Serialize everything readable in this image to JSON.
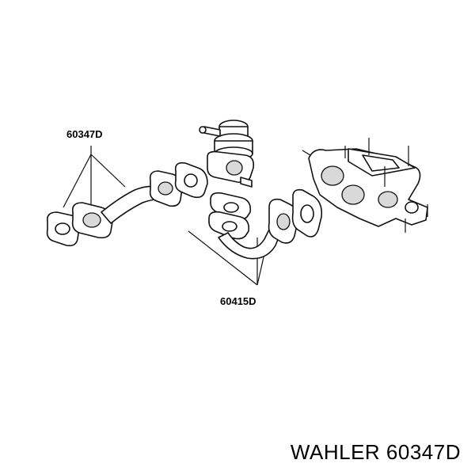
{
  "callouts": {
    "upper_part_number": "60347D",
    "lower_part_number": "60415D"
  },
  "footer": {
    "brand_part_text": "WAHLER 60347D"
  },
  "colors": {
    "line": "#111111",
    "shade": "#d9d9d9",
    "background": "#ffffff"
  }
}
